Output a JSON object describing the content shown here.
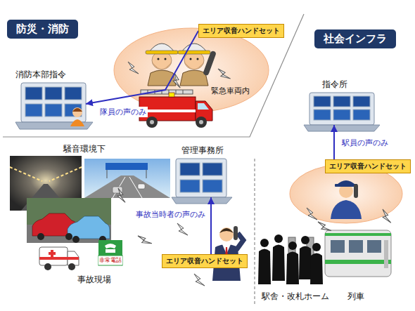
{
  "diagram": {
    "nodes": [
      {
        "text": [
          "防災・消防"
        ]
      },
      {
        "text": [
          "エリア収音ハンドセット"
        ]
      },
      {
        "text": [
          "社会インフラ"
        ]
      },
      {
        "text": [
          "消防本部指令"
        ]
      },
      {
        "text": [
          "指令所"
        ]
      },
      {
        "text": [
          "エリア収音ハンドセット"
        ]
      },
      {
        "text": [
          "管理事務所"
        ]
      },
      {
        "text": [
          "エリア収音ハンドセット"
        ]
      }
    ],
    "edges": [
      {
        "from": 1,
        "to": 3,
        "arrow": "to",
        "label": "隊員の声のみ"
      },
      {
        "from": 5,
        "to": 4,
        "arrow": "to",
        "label": "駅員の声のみ"
      },
      {
        "from": 7,
        "to": 6,
        "arrow": "to",
        "label": "事故当時者の声のみ"
      }
    ],
    "labels": [
      "緊急車両内",
      "騒音環境下",
      "非常電話",
      "事故現場",
      "駅舎・改札ホーム",
      "列車"
    ]
  }
}
